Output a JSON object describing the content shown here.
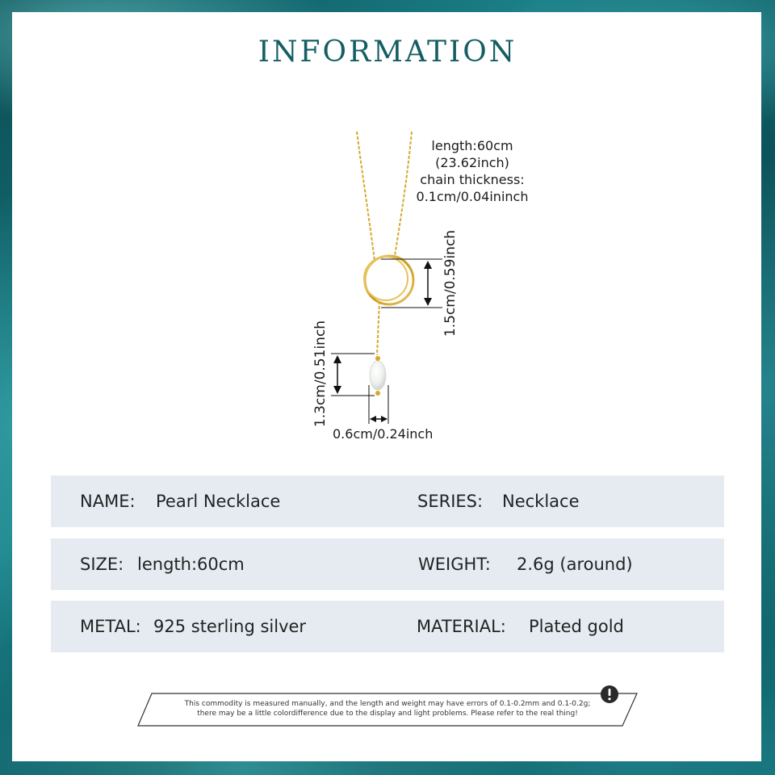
{
  "title": "INFORMATION",
  "image_specs": {
    "length_line1": "length:60cm",
    "length_line2": "(23.62inch)",
    "thickness_line1": "chain thickness:",
    "thickness_line2": "0.1cm/0.04ininch",
    "ring_size": "1.5cm/0.59inch",
    "pearl_height": "1.3cm/0.51inch",
    "pearl_width": "0.6cm/0.24inch"
  },
  "rows": [
    {
      "left_label": "NAME:",
      "left_value": "Pearl Necklace",
      "right_label": "SERIES:",
      "right_value": "Necklace"
    },
    {
      "left_label": "SIZE:",
      "left_value": "length:60cm",
      "right_label": "WEIGHT:",
      "right_value": "2.6g (around)"
    },
    {
      "left_label": "METAL:",
      "left_value": "925 sterling silver",
      "right_label": "MATERIAL:",
      "right_value": "Plated gold"
    }
  ],
  "disclaimer": {
    "line1": "This commodity is measured manually, and the length and weight may have errors of 0.1-0.2mm and 0.1-0.2g;",
    "line2": "there may be a little colordifference due to the display and light problems. Please refer to the real thing!"
  },
  "colors": {
    "title": "#145e63",
    "row_background": "#e6ebf2",
    "gold": "#d9b23a",
    "frame": "#0d5a5e"
  },
  "icons": [
    "warning-icon"
  ]
}
